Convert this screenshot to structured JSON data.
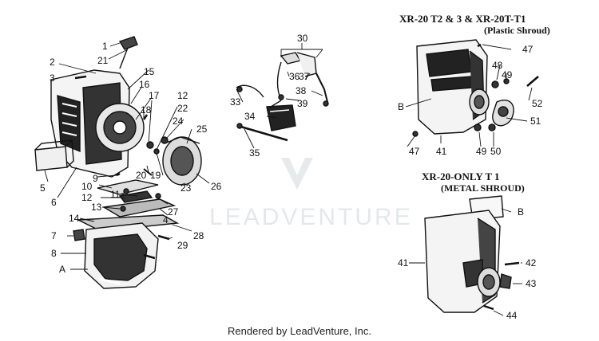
{
  "headers": {
    "plastic_line1": "XR-20  T2 & 3  & XR-20T-T1",
    "plastic_line2": "(Plastic Shroud)",
    "metal_line1": "XR-20-ONLY  T 1",
    "metal_line2": "(METAL SHROUD)"
  },
  "watermark": "LEADVENTURE",
  "footer": "Rendered by LeadVenture, Inc.",
  "labels": {
    "l1": "1",
    "l2": "2",
    "l3": "3",
    "l4": "4",
    "l5": "5",
    "l6": "6",
    "l7": "7",
    "l8": "8",
    "l9": "9",
    "l10": "10",
    "l11": "11",
    "l12a": "12",
    "l12b": "12",
    "l13": "13",
    "l14": "14",
    "l15": "15",
    "l16": "16",
    "l17": "17",
    "l18": "18",
    "l19": "19",
    "l20": "20",
    "l21": "21",
    "l22": "22",
    "l23": "23",
    "l24": "24",
    "l25": "25",
    "l26": "26",
    "l27": "27",
    "l28": "28",
    "l29": "29",
    "l30": "30",
    "l33": "33",
    "l34": "34",
    "l35": "35",
    "l36": "36",
    "l37": "37",
    "l38": "38",
    "l39": "39",
    "lA": "A",
    "r47a": "47",
    "r48": "48",
    "r49a": "49",
    "r52": "52",
    "rB1": "B",
    "r51": "51",
    "r47b": "47",
    "r41a": "41",
    "r49b": "49",
    "r50": "50",
    "rB2": "B",
    "r41b": "41",
    "r42": "42",
    "r43": "43",
    "r44": "44"
  }
}
